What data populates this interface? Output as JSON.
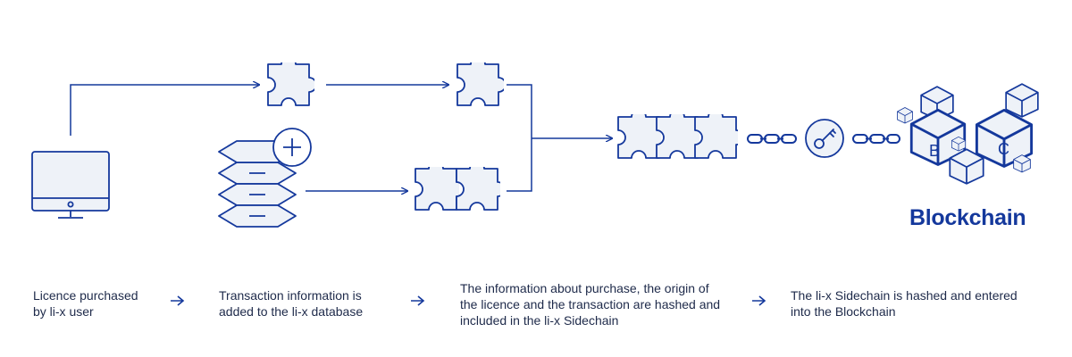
{
  "colors": {
    "stroke": "#14389c",
    "fill": "#eef2f8",
    "text": "#1e2a4a",
    "brand": "#14389c"
  },
  "brand": {
    "label": "Blockchain"
  },
  "blocks": {
    "left_letter": "B",
    "right_letter": "C"
  },
  "icons": [
    "monitor-icon",
    "database-plus-icon",
    "puzzle-piece-icon",
    "chain-link-icon",
    "key-icon",
    "blockchain-cubes-icon",
    "arrow-right-icon"
  ],
  "steps": [
    {
      "lines": [
        "Licence purchased",
        "by li-x user"
      ]
    },
    {
      "lines": [
        "Transaction information is",
        "added to the li-x database"
      ]
    },
    {
      "lines": [
        "The information about purchase, the origin of",
        "the licence and the transaction are hashed and",
        "included in the li-x Sidechain"
      ]
    },
    {
      "lines": [
        "The li-x Sidechain is hashed and entered",
        "into the Blockchain"
      ]
    }
  ]
}
